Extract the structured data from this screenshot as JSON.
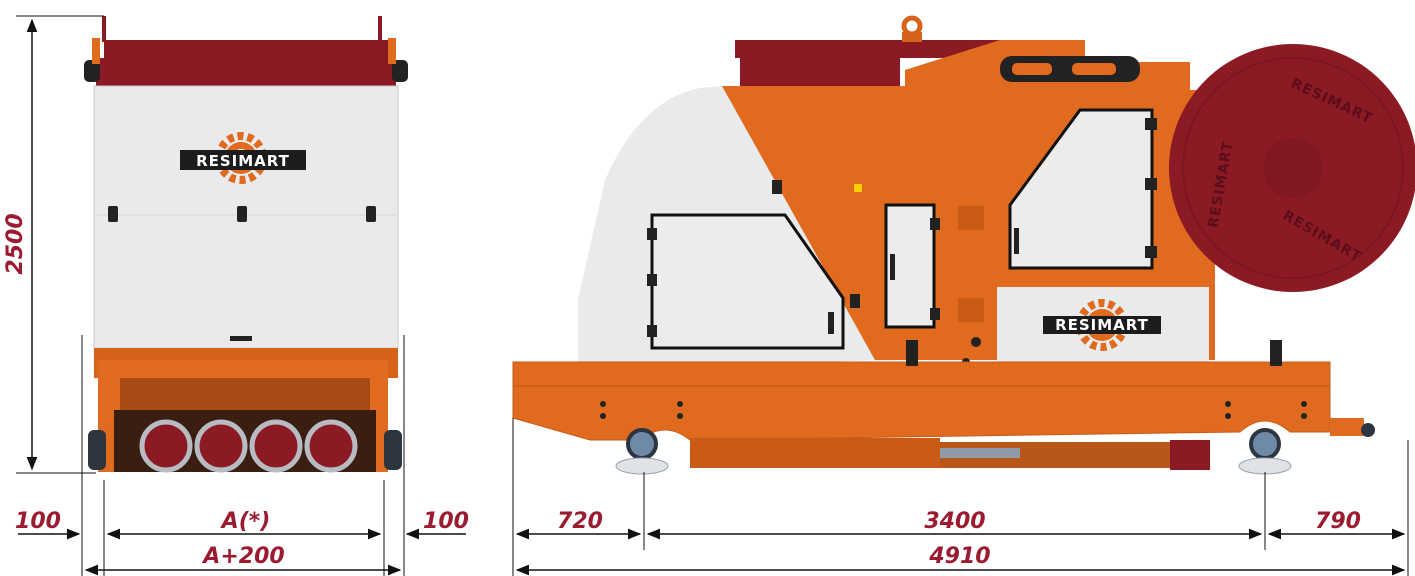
{
  "brand": {
    "logo_text": "RESIMART"
  },
  "colors": {
    "machine_orange": "#e06a1e",
    "dark_red": "#8c1a24",
    "panel_grey": "#e9eaec",
    "dimension_text": "#9b1b30"
  },
  "dimensions": {
    "height": "2500",
    "front_left_margin": "100",
    "front_width": "A(*)",
    "front_right_margin": "100",
    "front_total": "A+200",
    "side_front_overhang": "720",
    "side_wheelbase": "3400",
    "side_rear_overhang": "790",
    "side_total": "4910"
  }
}
